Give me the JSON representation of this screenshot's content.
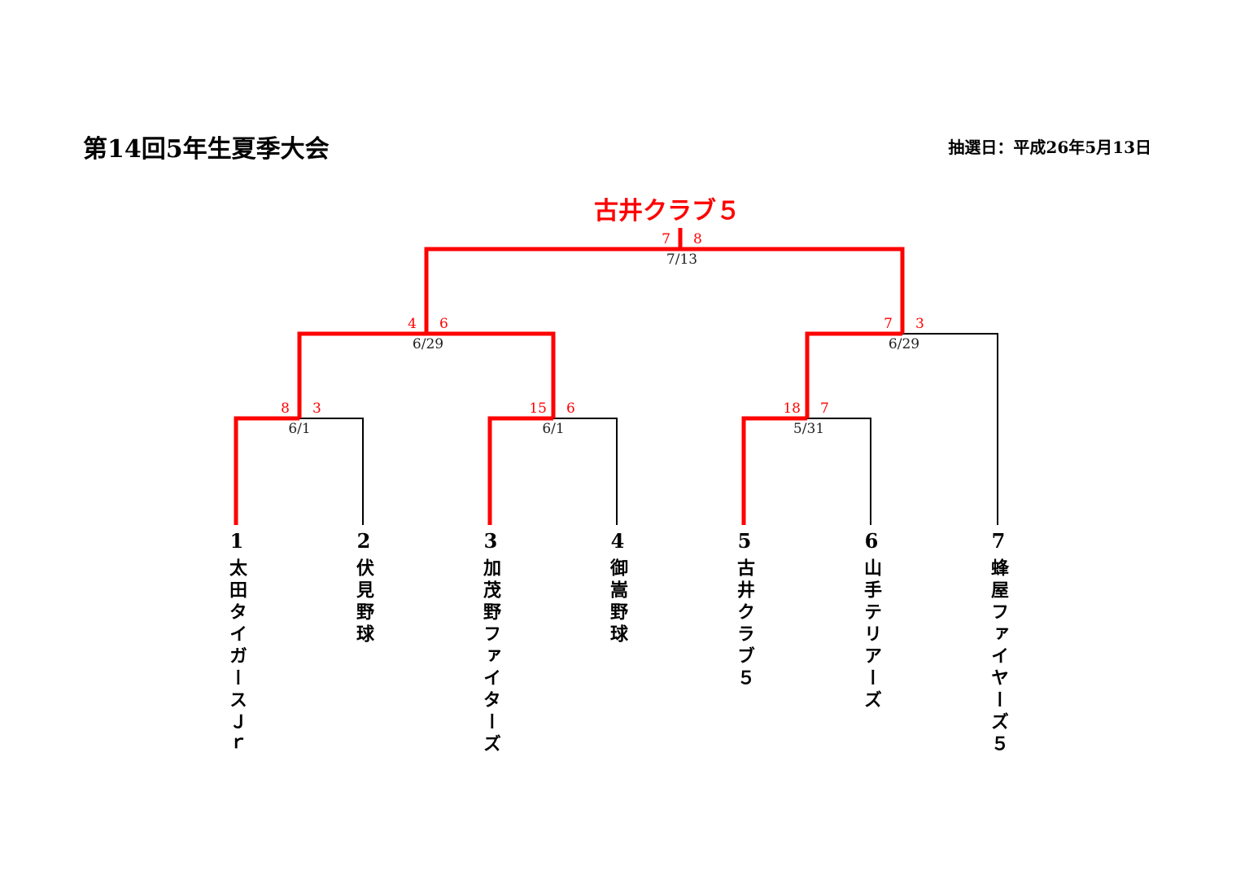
{
  "title": "第14回5年生夏季大会",
  "draw_date": "抽選日：平成26年5月13日",
  "champion": "古井クラブ５",
  "colors": {
    "winner": "#ff0000",
    "line": "#000000"
  },
  "teams": [
    {
      "seed": "1",
      "name": "太田タイガースＪｒ"
    },
    {
      "seed": "2",
      "name": "伏見野球"
    },
    {
      "seed": "3",
      "name": "加茂野ファイターズ"
    },
    {
      "seed": "4",
      "name": "御嵩野球"
    },
    {
      "seed": "5",
      "name": "古井クラブ５"
    },
    {
      "seed": "6",
      "name": "山手テリアーズ"
    },
    {
      "seed": "7",
      "name": "蜂屋ファイヤーズ５"
    }
  ],
  "matches": [
    {
      "round": 1,
      "left": "1",
      "right": "2",
      "left_score": "8",
      "right_score": "3",
      "date": "6/1",
      "winner": "left"
    },
    {
      "round": 1,
      "left": "3",
      "right": "4",
      "left_score": "15",
      "right_score": "6",
      "date": "6/1",
      "winner": "left"
    },
    {
      "round": 1,
      "left": "5",
      "right": "6",
      "left_score": "18",
      "right_score": "7",
      "date": "5/31",
      "winner": "left"
    },
    {
      "round": 2,
      "left_score": "4",
      "right_score": "6",
      "date": "6/29",
      "winner": "right"
    },
    {
      "round": 2,
      "left_score": "7",
      "right_score": "3",
      "date": "6/29",
      "winner": "left"
    },
    {
      "round": 3,
      "left_score": "7",
      "right_score": "8",
      "date": "7/13",
      "winner": "right"
    }
  ]
}
